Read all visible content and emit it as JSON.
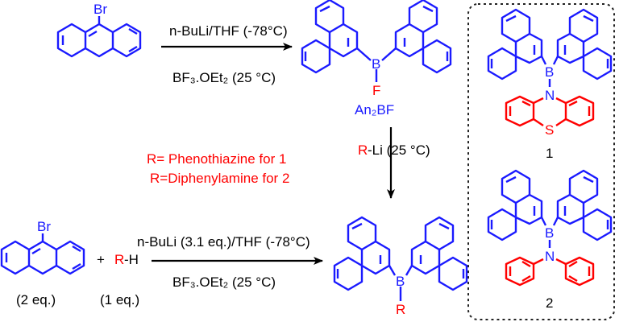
{
  "atoms": {
    "br": "Br",
    "b": "B",
    "f": "F",
    "n": "N",
    "s": "S",
    "r": "R"
  },
  "reaction1": {
    "reagent_top": "n-BuLi/THF (-78°C)",
    "reagent_bottom": "BF₃.OEt₂ (25 °C)",
    "product_label": "An₂BF"
  },
  "reaction2": {
    "reagent_red": "R",
    "reagent_rest": "-Li  (25 °C)"
  },
  "definitions": {
    "line1": "R= Phenothiazine for 1",
    "line2": "R=Diphenylamine for 2"
  },
  "reaction3": {
    "plus": "+",
    "rh_red": "R",
    "rh_rest": "-H",
    "eq_bromo": "(2 eq.)",
    "eq_rh": "(1 eq.)",
    "reagent_top": "n-BuLi (3.1 eq.)/THF (-78°C)",
    "reagent_bottom": "BF₃.OEt₂ (25 °C)"
  },
  "compounds": {
    "label_1": "1",
    "label_2": "2"
  },
  "colors": {
    "structure": "#1a1aff",
    "highlight": "#ff0000",
    "text": "#000000"
  }
}
